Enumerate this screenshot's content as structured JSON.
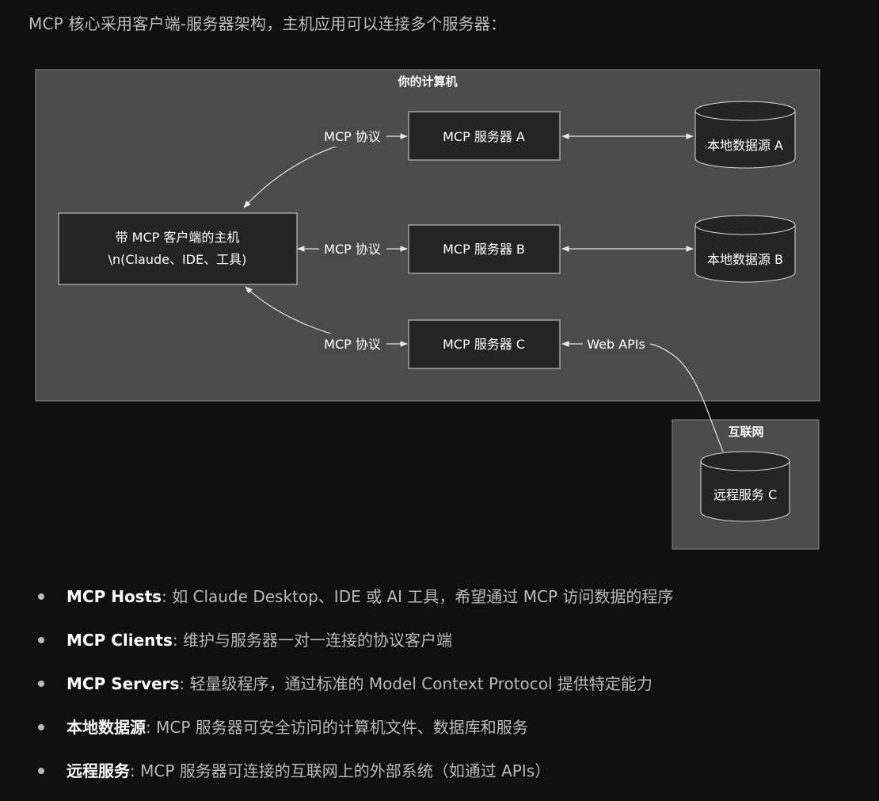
{
  "intro": "MCP 核心采用客户端-服务器架构，主机应用可以连接多个服务器：",
  "diagram": {
    "computer_title": "你的计算机",
    "internet_title": "互联网",
    "host_line1": "带 MCP 客户端的主机",
    "host_line2": "\\n(Claude、IDE、工具)",
    "server_a": "MCP 服务器 A",
    "server_b": "MCP 服务器 B",
    "server_c": "MCP 服务器 C",
    "source_a": "本地数据源 A",
    "source_b": "本地数据源 B",
    "remote_c": "远程服务 C",
    "protocol_label": "MCP 协议",
    "web_label": "Web APIs"
  },
  "notes": [
    {
      "term": "MCP Hosts",
      "desc": ": 如 Claude Desktop、IDE 或 AI 工具，希望通过 MCP 访问数据的程序"
    },
    {
      "term": "MCP Clients",
      "desc": ": 维护与服务器一对一连接的协议客户端"
    },
    {
      "term": "MCP Servers",
      "desc": ": 轻量级程序，通过标准的 Model Context Protocol 提供特定能力"
    },
    {
      "term": "本地数据源",
      "desc": ": MCP 服务器可安全访问的计算机文件、数据库和服务"
    },
    {
      "term": "远程服务",
      "desc": ": MCP 服务器可连接的互联网上的外部系统（如通过 APIs）"
    }
  ]
}
